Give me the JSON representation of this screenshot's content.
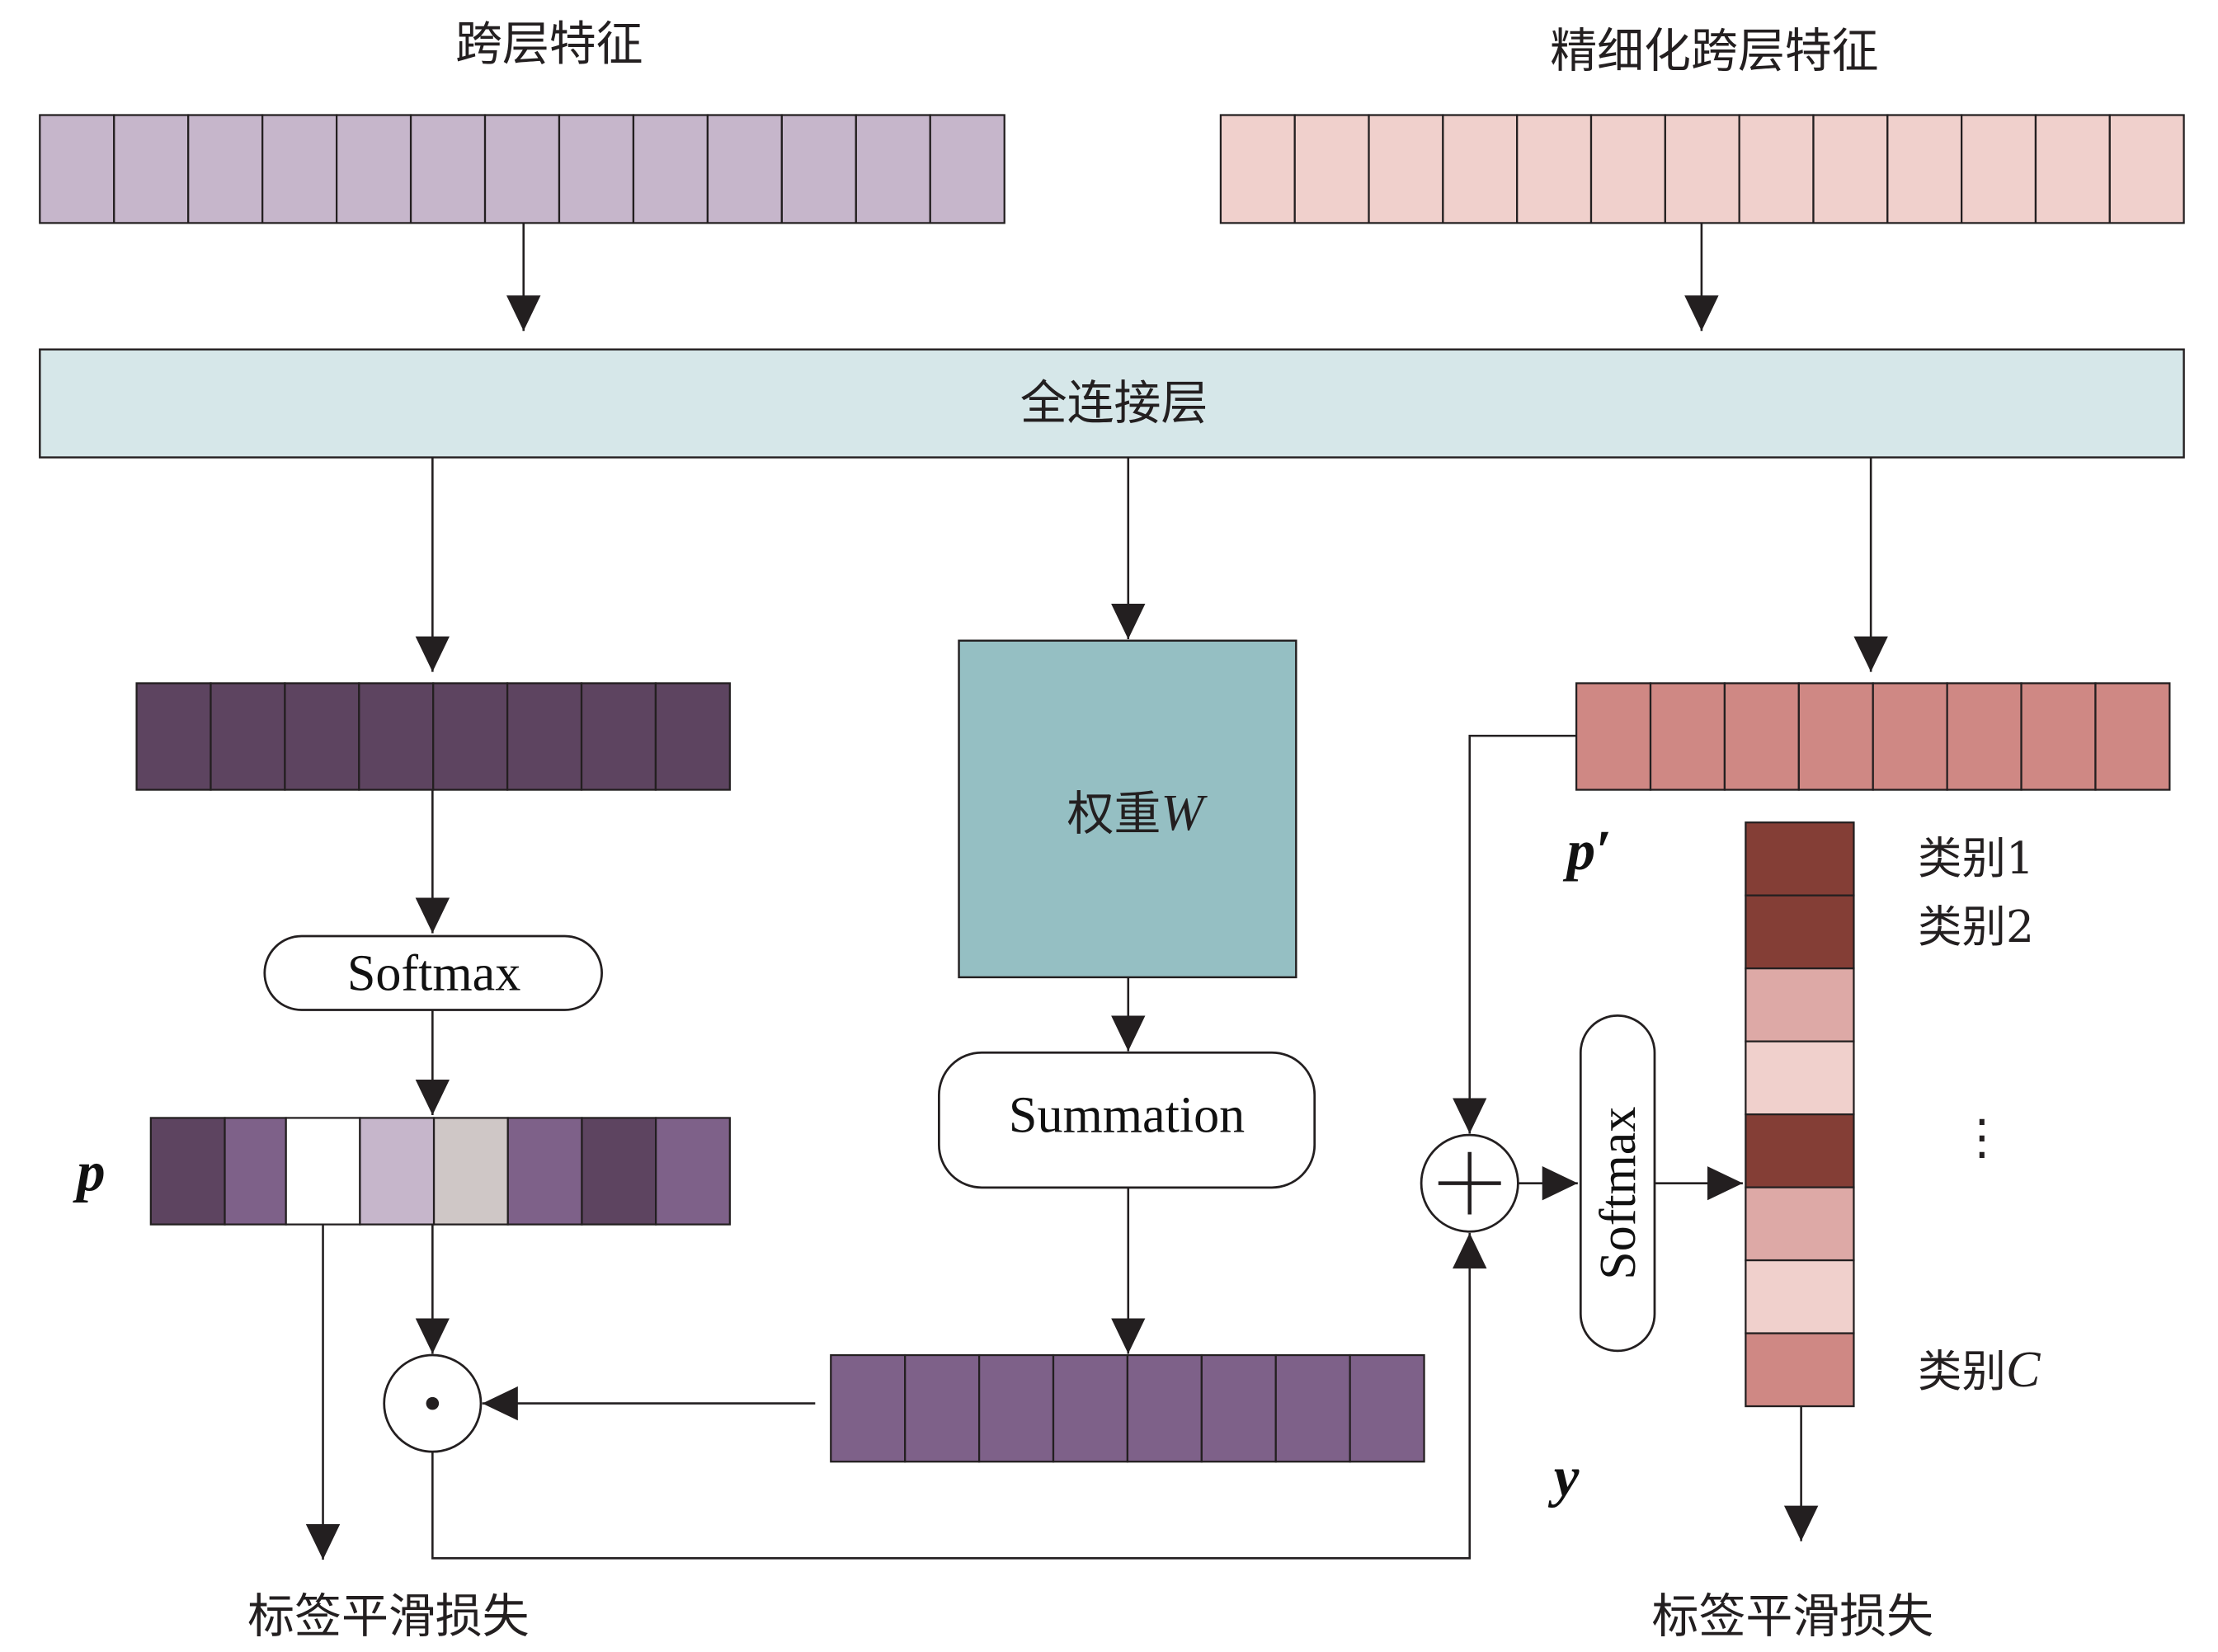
{
  "labels": {
    "cross_layer_feature": "跨层特征",
    "refined_cross_layer_feature": "精细化跨层特征",
    "fc_layer": "全连接层",
    "weight": "权重",
    "weight_symbol": "W",
    "softmax_left": "Softmax",
    "summation": "Summation",
    "softmax_right": "Softmax",
    "p": "p",
    "p_prime": "p′",
    "y": "y",
    "class_1": "类别1",
    "class_2": "类别2",
    "class_c_prefix": "类别",
    "class_c_symbol": "C",
    "vertical_ellipsis": "⋮",
    "loss_left": "标签平滑损失",
    "loss_right": "标签平滑损失"
  },
  "icons": {
    "elementwise_product": "odot-icon",
    "elementwise_sum": "oplus-icon",
    "arrow": "arrowhead-icon"
  },
  "colors": {
    "line": "#231f20",
    "fc_layer": "#d6e7e9",
    "weight_box": "#95bfc3",
    "node_fill": "#ffffff"
  },
  "bars": {
    "cross_layer_feature": [
      "#c6b6cb",
      "#c6b6cb",
      "#c6b6cb",
      "#c6b6cb",
      "#c6b6cb",
      "#c6b6cb",
      "#c6b6cb",
      "#c6b6cb",
      "#c6b6cb",
      "#c6b6cb",
      "#c6b6cb",
      "#c6b6cb",
      "#c6b6cb"
    ],
    "refined_cross_layer_feature": [
      "#f0d0cc",
      "#f0d0cc",
      "#f0d0cc",
      "#f0d0cc",
      "#f0d0cc",
      "#f0d0cc",
      "#f0d0cc",
      "#f0d0cc",
      "#f0d0cc",
      "#f0d0cc",
      "#f0d0cc",
      "#f0d0cc",
      "#f0d0cc"
    ],
    "left_fc_output": [
      "#5d4460",
      "#5d4460",
      "#5d4460",
      "#5d4460",
      "#5d4460",
      "#5d4460",
      "#5d4460",
      "#5d4460"
    ],
    "p": [
      "#5d4460",
      "#7e6189",
      "#ffffff",
      "#c6b6cb",
      "#cfc7c6",
      "#7e6189",
      "#5d4460",
      "#7e6189"
    ],
    "summation_output": [
      "#7e6189",
      "#7e6189",
      "#7e6189",
      "#7e6189",
      "#7e6189",
      "#7e6189",
      "#7e6189",
      "#7e6189"
    ],
    "p_prime": [
      "#cf8884",
      "#cf8884",
      "#cf8884",
      "#cf8884",
      "#cf8884",
      "#cf8884",
      "#cf8884",
      "#cf8884"
    ],
    "y": [
      "#843e36",
      "#843e36",
      "#dda9a6",
      "#f0d0cc",
      "#843e36",
      "#dda9a6",
      "#f0d0cc",
      "#cf8884"
    ]
  }
}
